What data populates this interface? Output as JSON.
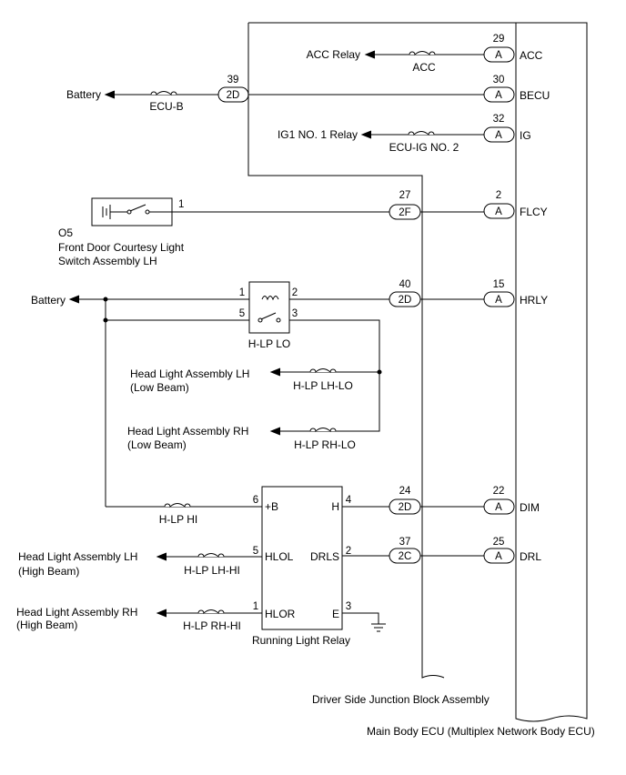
{
  "ecu": {
    "label": "Main Body ECU (Multiplex Network Body ECU)",
    "pins": [
      {
        "num": "29",
        "conn": "A",
        "signal": "ACC"
      },
      {
        "num": "30",
        "conn": "A",
        "signal": "BECU"
      },
      {
        "num": "32",
        "conn": "A",
        "signal": "IG"
      },
      {
        "num": "2",
        "conn": "A",
        "signal": "FLCY"
      },
      {
        "num": "15",
        "conn": "A",
        "signal": "HRLY"
      },
      {
        "num": "22",
        "conn": "A",
        "signal": "DIM"
      },
      {
        "num": "25",
        "conn": "A",
        "signal": "DRL"
      }
    ]
  },
  "junction_block": {
    "label": "Driver Side Junction Block Assembly",
    "pins": [
      {
        "num": "39",
        "conn": "2D"
      },
      {
        "num": "27",
        "conn": "2F"
      },
      {
        "num": "40",
        "conn": "2D"
      },
      {
        "num": "24",
        "conn": "2D"
      },
      {
        "num": "37",
        "conn": "2C"
      }
    ]
  },
  "fuses": {
    "acc": "ACC",
    "ecu_b": "ECU-B",
    "ecu_ig": "ECU-IG NO. 2",
    "hlp_lh_lo": "H-LP LH-LO",
    "hlp_rh_lo": "H-LP RH-LO",
    "hlp_hi": "H-LP HI",
    "hlp_lh_hi": "H-LP LH-HI",
    "hlp_rh_hi": "H-LP RH-HI"
  },
  "destinations": {
    "acc_relay": "ACC Relay",
    "battery_1": "Battery",
    "ig1_relay": "IG1 NO. 1 Relay",
    "battery_2": "Battery",
    "hl_lh_low": [
      "Head Light Assembly LH",
      "(Low Beam)"
    ],
    "hl_rh_low": [
      "Head Light Assembly RH",
      "(Low Beam)"
    ],
    "hl_lh_high": [
      "Head Light Assembly LH",
      "(High Beam)"
    ],
    "hl_rh_high": [
      "Head Light Assembly RH",
      "(High Beam)"
    ]
  },
  "door_switch": {
    "code": "O5",
    "name": [
      "Front Door Courtesy Light",
      "Switch Assembly LH"
    ],
    "pin": "1"
  },
  "hlp_lo_relay": {
    "label": "H-LP LO",
    "pins": {
      "p1": "1",
      "p2": "2",
      "p5": "5",
      "p3": "3"
    }
  },
  "running_relay": {
    "label": "Running Light Relay",
    "terminals": {
      "b": "+B",
      "h": "H",
      "hlol": "HLOL",
      "drls": "DRLS",
      "hlor": "HLOR",
      "e": "E"
    },
    "pins": {
      "b": "6",
      "h": "4",
      "hlol": "5",
      "drls": "2",
      "hlor": "1",
      "e": "3"
    }
  }
}
